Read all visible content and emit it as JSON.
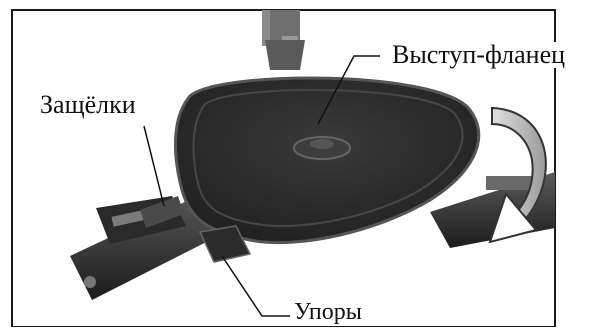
{
  "labels": {
    "flange": "Выступ-фланец",
    "latches": "Защёлки",
    "stops": "Упоры"
  },
  "colors": {
    "frame": "#1a1a1a",
    "tray": "#2e2e2e",
    "tray_rim": "#4a4a4a",
    "arrow": "#bdbdbd",
    "background": "#ffffff"
  },
  "icons": [
    "rotation-arrow-icon"
  ]
}
